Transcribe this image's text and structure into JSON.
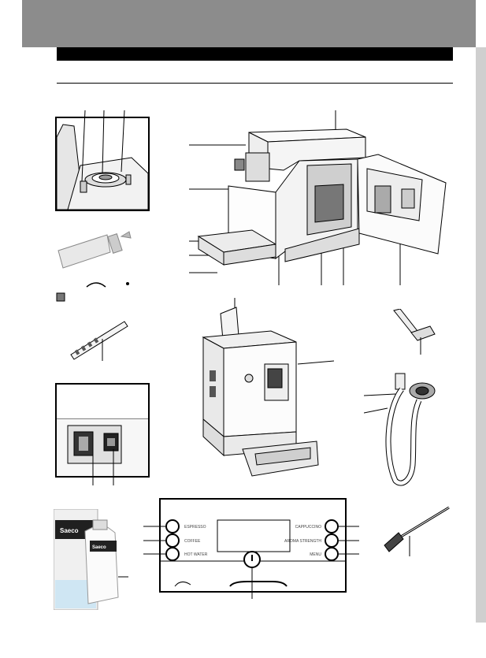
{
  "page": {
    "header_color": "#8c8c8c",
    "title_bar_color": "#000000",
    "side_tab_color": "#cfcfcf"
  },
  "figures": {
    "water_tank": {
      "icon": "water-tank-interior"
    },
    "grease_tube": {
      "icon": "lubricant-tube-and-seals"
    },
    "test_strip": {
      "icon": "water-hardness-test-strip"
    },
    "power_socket": {
      "icon": "power-socket-and-main-switch"
    },
    "machine_open": {
      "icon": "espresso-machine-service-door-open"
    },
    "machine_front": {
      "icon": "espresso-machine-front"
    },
    "coffee_scoop": {
      "icon": "coffee-scoop"
    },
    "milk_carafe_tube": {
      "icon": "milk-suction-tube"
    },
    "descaler": {
      "icon": "descaling-solution",
      "brand_box": "Saeco",
      "brand_bottle": "Saeco"
    },
    "control_panel": {
      "icon": "control-panel",
      "left_labels": [
        "ESPRESSO",
        "COFFEE",
        "HOT WATER"
      ],
      "right_labels": [
        "CAPPUCCINO",
        "AROMA STRENGTH",
        "MENU"
      ]
    },
    "cleaning_brush": {
      "icon": "cleaning-brush"
    }
  }
}
